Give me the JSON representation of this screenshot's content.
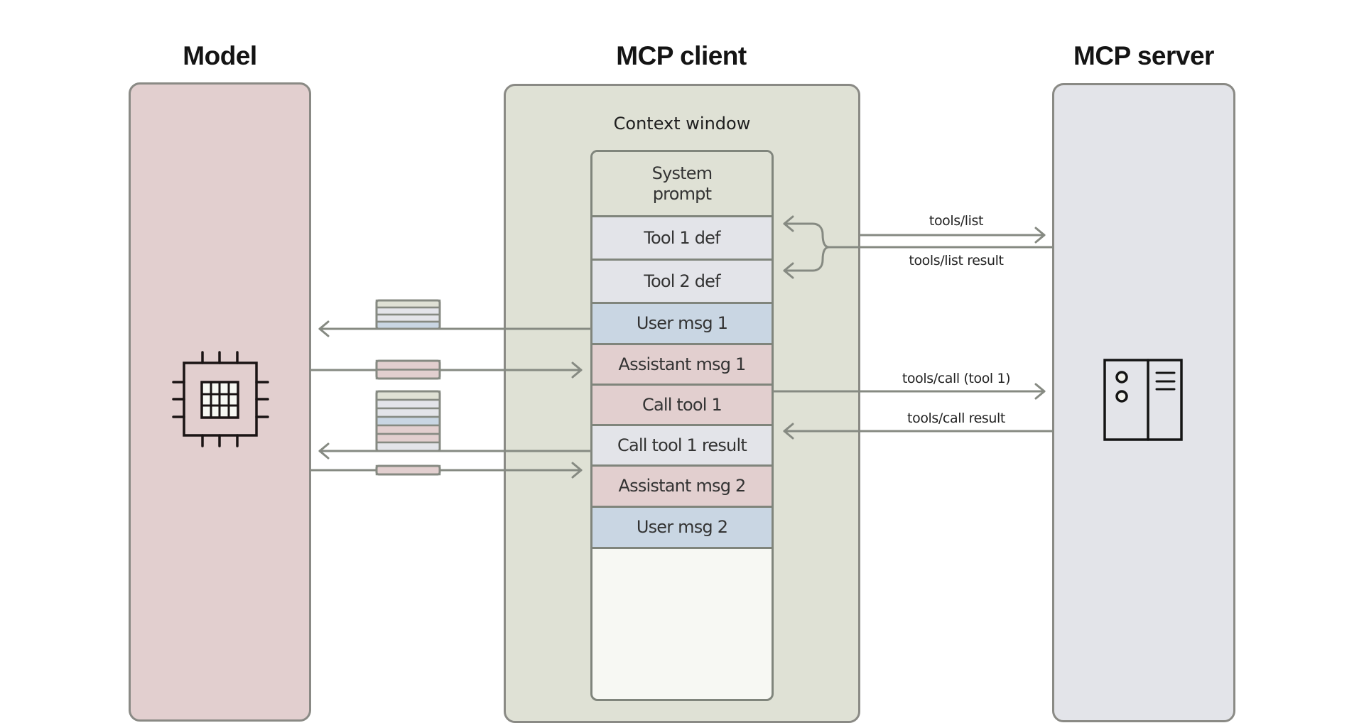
{
  "columns": {
    "model": {
      "title": "Model",
      "color": "#e2cfcf"
    },
    "client": {
      "title": "MCP client",
      "color": "#dfe1d5"
    },
    "server": {
      "title": "MCP server",
      "color": "#e3e4e9"
    }
  },
  "context_window": {
    "title": "Context window",
    "rows": [
      {
        "label": "System\nprompt",
        "kind": "system",
        "color": "#dfe1d5"
      },
      {
        "label": "Tool 1 def",
        "kind": "tool",
        "color": "#e3e4e9"
      },
      {
        "label": "Tool 2 def",
        "kind": "tool",
        "color": "#e3e4e9"
      },
      {
        "label": "User msg 1",
        "kind": "user",
        "color": "#c9d6e3"
      },
      {
        "label": "Assistant msg 1",
        "kind": "assistant",
        "color": "#e2cfcf"
      },
      {
        "label": "Call tool 1",
        "kind": "assistant",
        "color": "#e2cfcf"
      },
      {
        "label": "Call tool 1 result",
        "kind": "tool",
        "color": "#e3e4e9"
      },
      {
        "label": "Assistant msg 2",
        "kind": "assistant",
        "color": "#e2cfcf"
      },
      {
        "label": "User msg 2",
        "kind": "user",
        "color": "#c9d6e3"
      }
    ],
    "empty_color": "#f7f8f3"
  },
  "server_messages": [
    {
      "label": "tools/list",
      "direction": "to-server"
    },
    {
      "label": "tools/list result",
      "direction": "to-client"
    },
    {
      "label": "tools/call (tool 1)",
      "direction": "to-server"
    },
    {
      "label": "tools/call result",
      "direction": "to-client"
    }
  ],
  "model_exchanges": [
    {
      "direction": "to-model",
      "payload_kinds": [
        "system",
        "tool",
        "tool",
        "user"
      ]
    },
    {
      "direction": "to-client",
      "payload_kinds": [
        "assistant",
        "assistant"
      ]
    },
    {
      "direction": "to-model",
      "payload_kinds": [
        "system",
        "tool",
        "tool",
        "user",
        "assistant",
        "assistant",
        "tool"
      ]
    },
    {
      "direction": "to-client",
      "payload_kinds": [
        "assistant"
      ]
    }
  ],
  "icons": {
    "model": "chip-icon",
    "server": "server-icon"
  },
  "colors": {
    "stroke": "#868a82",
    "text": "#1a1a1a"
  }
}
